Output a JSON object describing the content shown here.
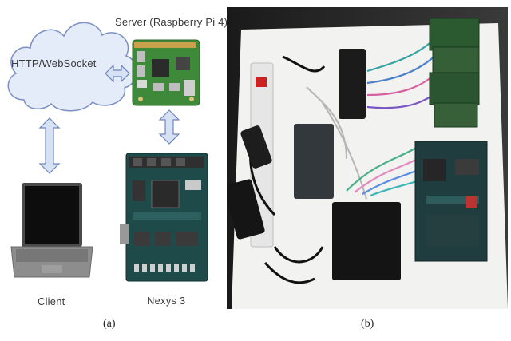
{
  "panel_a": {
    "cloud_label": "HTTP/WebSocket",
    "server_label": "Server (Raspberry Pi 4)",
    "client_label": "Client",
    "fpga_label": "Nexys 3",
    "caption": "(a)"
  },
  "panel_b": {
    "caption": "(b)"
  },
  "colors": {
    "cloud_fill": "#e4ecfa",
    "cloud_stroke": "#7c8fc4",
    "arrow_fill": "#d6e1f4",
    "arrow_stroke": "#6f86bd",
    "pi_board": "#3f8a3a",
    "fpga_board": "#1f4a4a",
    "laptop_body": "#555555"
  }
}
